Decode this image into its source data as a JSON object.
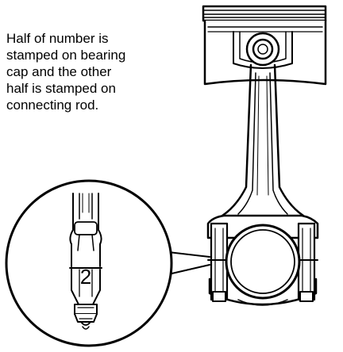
{
  "caption": {
    "lines": [
      "Half of number is",
      "stamped on bearing",
      "cap and the other",
      "half is stamped on",
      "connecting rod."
    ]
  },
  "detail": {
    "stamp_number": "2"
  },
  "colors": {
    "ink": "#000000",
    "background": "#ffffff"
  }
}
